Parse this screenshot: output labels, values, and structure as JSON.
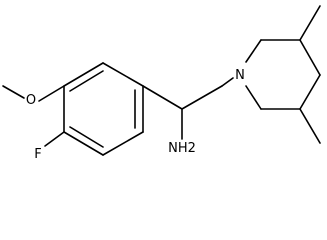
{
  "molecule": {
    "atoms": {
      "oxygen": "O",
      "nitrogen": "N",
      "fluorine": "F",
      "amine": "NH2"
    },
    "colors": {
      "bond": "#000000",
      "label": "#000000",
      "background": "#ffffff"
    }
  }
}
